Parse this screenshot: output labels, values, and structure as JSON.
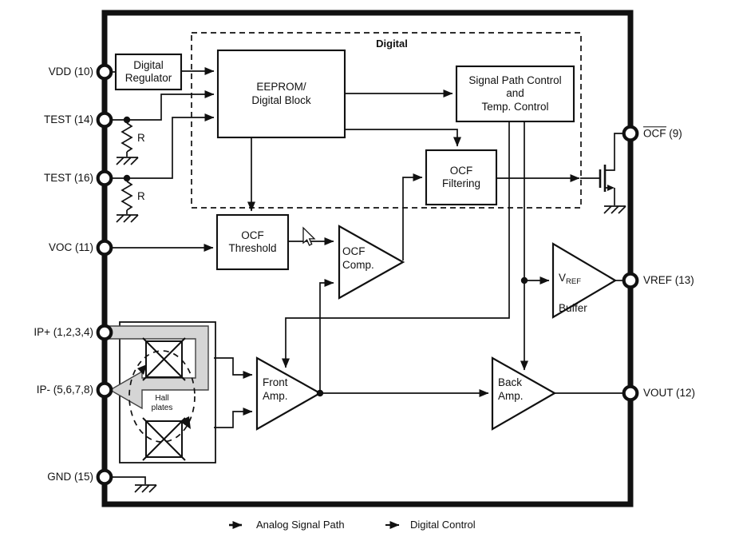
{
  "region_label": "Digital",
  "pins_left": [
    {
      "label": "VDD (10)"
    },
    {
      "label": "TEST (14)"
    },
    {
      "label": "TEST (16)"
    },
    {
      "label": "VOC (11)"
    },
    {
      "label": "IP+ (1,2,3,4)"
    },
    {
      "label": "IP- (5,6,7,8)"
    },
    {
      "label": "GND (15)"
    }
  ],
  "pins_right": {
    "ocf_name": "OCF",
    "ocf_num": " (9)",
    "vref": "VREF (13)",
    "vout": "VOUT (12)"
  },
  "blocks": {
    "digital_regulator": "Digital\nRegulator",
    "eeprom": "EEPROM/\nDigital Block",
    "signal_path_control": "Signal Path Control\nand\nTemp. Control",
    "ocf_filtering": "OCF\nFiltering",
    "ocf_threshold": "OCF\nThreshold",
    "ocf_comparator": "OCF\nComp.",
    "front_amp": "Front\nAmp.",
    "back_amp": "Back\nAmp.",
    "vref_buffer_main": "V",
    "vref_buffer_sub": "REF",
    "vref_buffer_line2": "Buffer",
    "hall_plates": "Hall\nplates"
  },
  "labels": {
    "resistor": "R"
  },
  "legend": {
    "analog": "Analog Signal Path",
    "digital": "Digital Control"
  },
  "colors": {
    "ink": "#111111",
    "current_loop_fill": "#d5d5d5",
    "current_loop_outline": "#424242",
    "background": "#ffffff"
  }
}
